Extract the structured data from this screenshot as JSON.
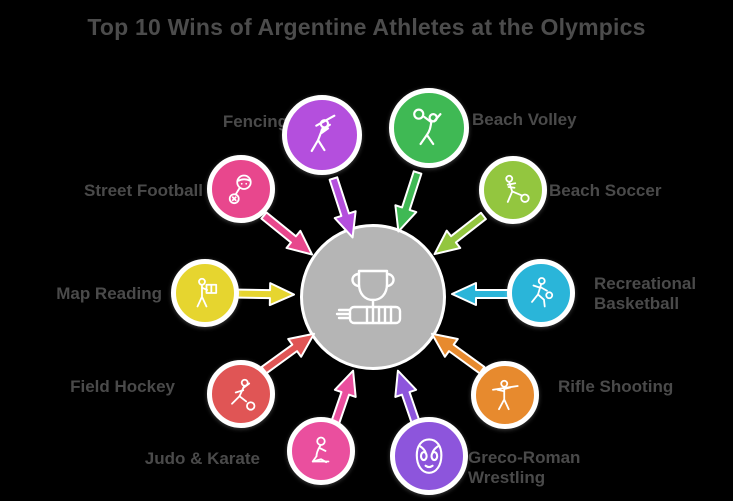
{
  "title": "Top 10 Wins of Argentine Athletes at the Olympics",
  "colors": {
    "background": "#000000",
    "title_text": "#4c4c4c",
    "label_text": "#4a4a4a",
    "icon_stroke": "#ffffff",
    "center_circle": "#b5b5b5"
  },
  "center": {
    "icon": "trophy-podium-icon"
  },
  "nodes": [
    {
      "label": "Fencing",
      "color": "#b44fdd",
      "icon": "fencing-swing-icon"
    },
    {
      "label": "Beach Volley",
      "color": "#3fb954",
      "icon": "volleyball-spike-icon"
    },
    {
      "label": "Street Football",
      "color": "#e8478d",
      "icon": "football-header-icon"
    },
    {
      "label": "Beach Soccer",
      "color": "#93c63f",
      "icon": "kicking-player-icon"
    },
    {
      "label": "Map Reading",
      "color": "#e6d52f",
      "icon": "map-reading-icon"
    },
    {
      "label": "Recreational Basketball",
      "color": "#2ab5d9",
      "icon": "dribbling-player-icon"
    },
    {
      "label": "Field Hockey",
      "color": "#e05555",
      "icon": "running-player-icon"
    },
    {
      "label": "Rifle Shooting",
      "color": "#e78a2e",
      "icon": "rifle-shooter-icon"
    },
    {
      "label": "Judo & Karate",
      "color": "#ea4f9e",
      "icon": "seated-athlete-icon"
    },
    {
      "label": "Greco-Roman Wrestling",
      "color": "#8d55dc",
      "icon": "luchador-mask-icon"
    }
  ]
}
